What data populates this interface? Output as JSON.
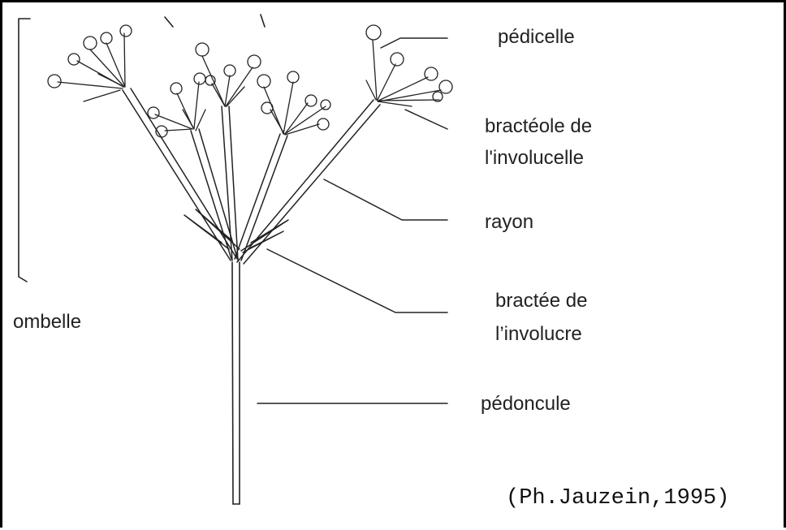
{
  "labels": {
    "pedicelle": "pédicelle",
    "bracteole_line1": "bractéole de",
    "bracteole_line2": "l'involucelle",
    "rayon": "rayon",
    "bractee_line1": "bractée de",
    "bractee_line2": "l’involucre",
    "pedoncule": "pédoncule",
    "ombelle": "ombelle"
  },
  "credit": "(Ph.Jauzein,1995)"
}
